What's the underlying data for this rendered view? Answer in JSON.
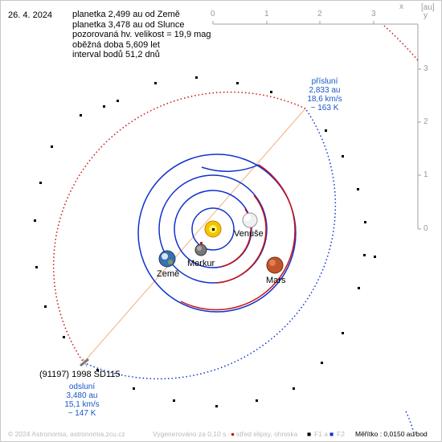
{
  "date": "26. 4. 2024",
  "info_lines": [
    "planetka 2,499 au od Země",
    "planetka 3,478 au od Slunce",
    "pozorovaná hv. velikost = 19,9 mag",
    "oběžná doba 5,609 let",
    "interval bodů 51,2 dnů"
  ],
  "axis": {
    "unit": "[au]",
    "x_label": "x",
    "y_label": "y",
    "x_ticks": [
      "0",
      "1",
      "2",
      "3"
    ],
    "y_ticks": [
      "3",
      "2",
      "1",
      "0"
    ]
  },
  "bodies": {
    "venus": "Venuše",
    "mercury": "Merkur",
    "earth": "Země",
    "mars": "Mars",
    "asteroid": "(91197) 1998 SD115"
  },
  "perihelion": {
    "title": "přísluní",
    "distance": "2,833 au",
    "speed": "18,6 km/s",
    "temp": "~ 163 K"
  },
  "aphelion": {
    "title": "odsluní",
    "distance": "3,480 au",
    "speed": "15,1 km/s",
    "temp": "~ 147 K"
  },
  "footer": {
    "copyright": "© 2024 Astronomia, astronomia.zcu.cz",
    "generated": "Vygenerováno za 0,10 s",
    "legend_center": "střed elipsy, ohniska",
    "f1": "F1 a",
    "f2": "F2",
    "scale": "Měřítko : 0,0150 au/bod"
  },
  "colors": {
    "orbit_red": "#cc1111",
    "orbit_blue": "#1133cc",
    "dim_gray": "#bbbbbb",
    "note_blue": "#1a56c8",
    "apse_line": "#f0b080"
  }
}
